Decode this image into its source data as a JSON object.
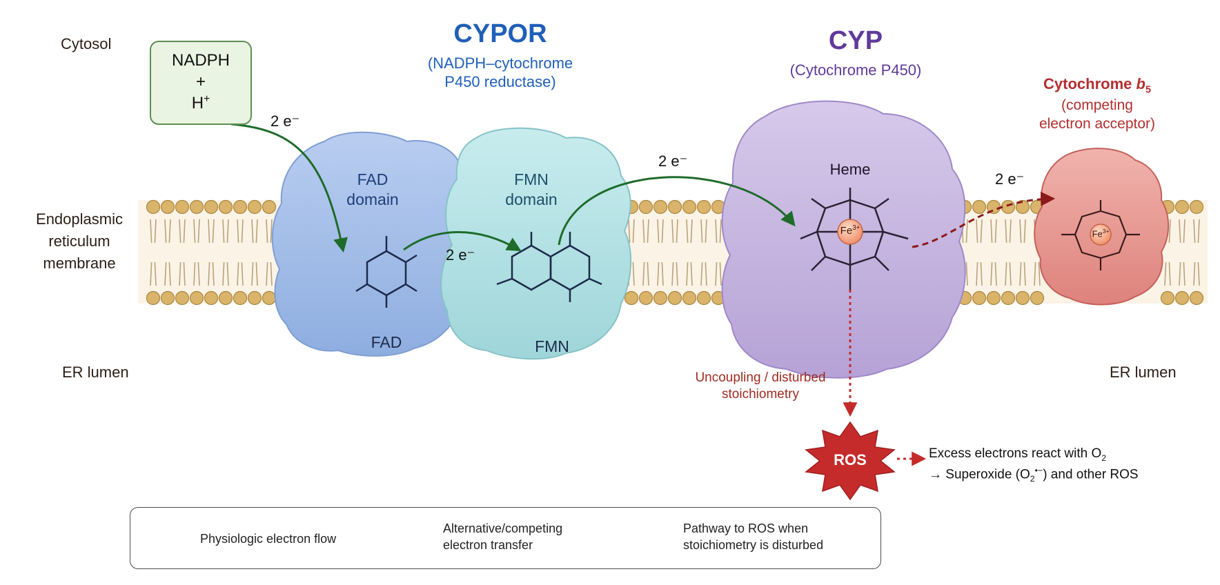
{
  "compartments": {
    "cytosol": "Cytosol",
    "membrane_line1": "Endoplasmic",
    "membrane_line2": "reticulum",
    "membrane_line3": "membrane",
    "er_lumen_left": "ER lumen",
    "er_lumen_right": "ER lumen"
  },
  "nadph": {
    "line1": "NADPH",
    "line2": "+",
    "line3_base": "H",
    "line3_sup": "+"
  },
  "cypor": {
    "title": "CYPOR",
    "subtitle_line1": "(NADPH–cytochrome",
    "subtitle_line2": "P450 reductase)"
  },
  "cyp": {
    "title": "CYP",
    "subtitle": "(Cytochrome P450)"
  },
  "b5": {
    "title_base": "Cytochrome ",
    "title_italic": "b",
    "title_sub": "5",
    "subtitle_line1": "(competing",
    "subtitle_line2": "electron acceptor)"
  },
  "domains": {
    "fad_line1": "FAD",
    "fad_line2": "domain",
    "fmn_line1": "FMN",
    "fmn_line2": "domain",
    "fad_cofactor": "FAD",
    "fmn_cofactor": "FMN",
    "heme": "Heme",
    "fe_base": "Fe",
    "fe_sup": "3+"
  },
  "electron_labels": {
    "nadph_to_fad": "2 e⁻",
    "fad_to_fmn": "2 e⁻",
    "fmn_to_cyp": "2 e⁻",
    "cyp_to_b5": "2 e⁻"
  },
  "uncoupling": {
    "line1": "Uncoupling / disturbed",
    "line2": "stoichiometry"
  },
  "ros": {
    "label": "ROS",
    "note_line1_base": "Excess electrons react with O",
    "note_line1_sub": "2",
    "note_line2_a": "→ Superoxide (O",
    "note_line2_sub": "2",
    "note_line2_sup": "•−",
    "note_line2_b": ") and other ROS"
  },
  "legend": {
    "physiologic": "Physiologic electron flow",
    "alternative_line1": "Alternative/competing",
    "alternative_line2": "electron transfer",
    "ros_line1": "Pathway to ROS when",
    "ros_line2": "stoichiometry is disturbed"
  },
  "colors": {
    "physiologic_arrow": "#1e6b2a",
    "competing_arrow": "#8b1a1a",
    "ros_arrow": "#c42a2a",
    "cypor_fad": "#a9c1ea",
    "cypor_fmn": "#b7e4e6",
    "cyp": "#c9b9e2",
    "b5": "#e99a94",
    "ros_burst": "#c62b2b",
    "lipid_head": "#d9b46a",
    "nadph_box": "#eaf4e2"
  }
}
